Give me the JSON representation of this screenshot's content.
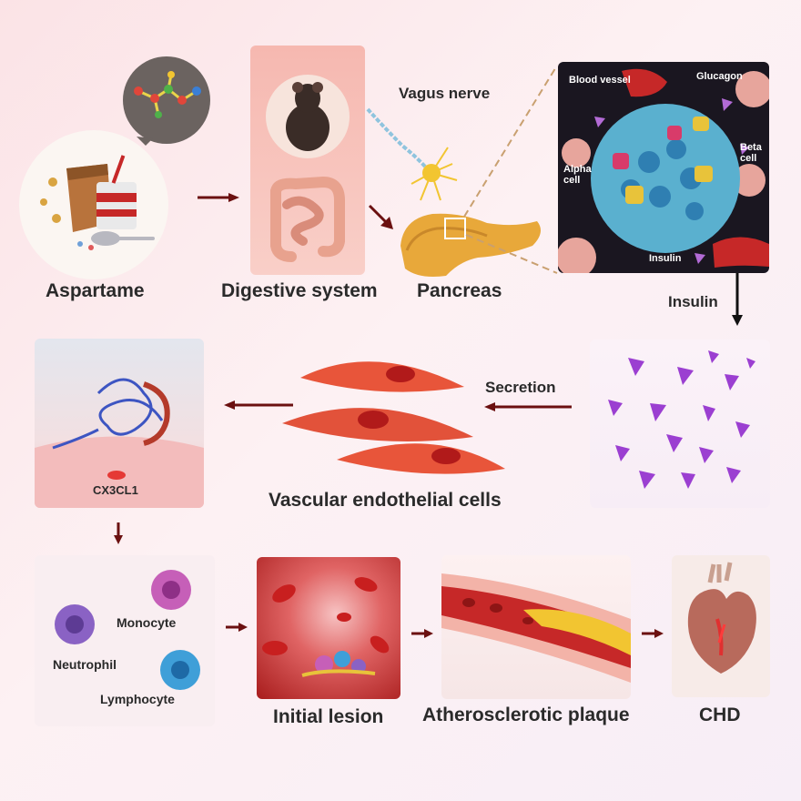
{
  "top": {
    "aspartame": "Aspartame",
    "digestive": "Digestive system",
    "pancreas": "Pancreas",
    "vagus": "Vagus nerve",
    "islet": {
      "blood_vessel": "Blood vessel",
      "glucagon": "Glucagon",
      "beta_cell": "Beta cell",
      "alpha_cell": "Alpha cell",
      "insulin": "Insulin"
    },
    "insulin_arrow": "Insulin"
  },
  "middle": {
    "secretion": "Secretion",
    "endothelial": "Vascular endothelial cells",
    "cx3cl1": "CX3CL1"
  },
  "bottom": {
    "monocyte": "Monocyte",
    "neutrophil": "Neutrophil",
    "lymphocyte": "Lymphocyte",
    "initial_lesion": "Initial lesion",
    "plaque": "Atherosclerotic plaque",
    "chd": "CHD"
  },
  "colors": {
    "arrow": "#6b1010",
    "insulin_triangle": "#9b3fd1",
    "vessel_red": "#c62828",
    "plaque_yellow": "#f2c531"
  }
}
